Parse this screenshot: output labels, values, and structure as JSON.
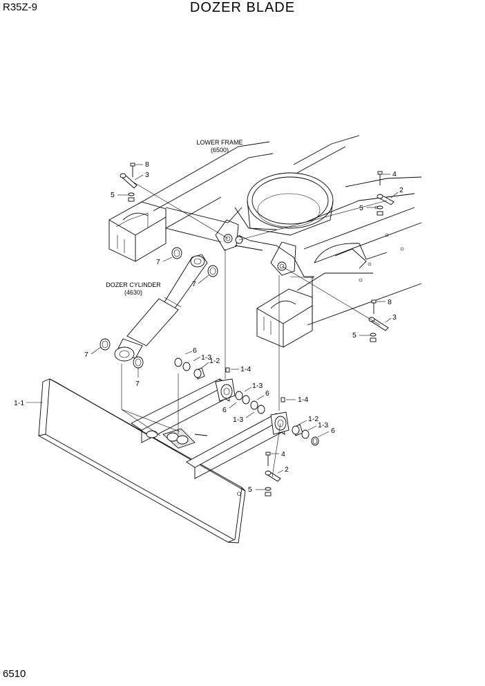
{
  "header": {
    "model": "R35Z-9",
    "title": "DOZER BLADE"
  },
  "footer": {
    "page": "6510"
  },
  "captions": {
    "lower_frame": {
      "name": "LOWER FRAME",
      "code": "(6500)"
    },
    "dozer_cylinder": {
      "name": "DOZER CYLINDER",
      "code": "(4630)"
    }
  },
  "callouts": {
    "c8a": "8",
    "c3a": "3",
    "c5a": "5",
    "c4a": "4",
    "c2a": "2",
    "c5b": "5",
    "c7a": "7",
    "c7b": "7",
    "c8b": "8",
    "c3b": "3",
    "c5c": "5",
    "c7c": "7",
    "c7d": "7",
    "c6a": "6",
    "c13a": "1-3",
    "c12a": "1-2",
    "c14a": "1-4",
    "c13b": "1-3",
    "c6b": "6",
    "c6c": "6",
    "c13c": "1-3",
    "c11": "1-1",
    "c14b": "1-4",
    "c12b": "1-2",
    "c13d": "1-3",
    "c6d": "6",
    "c4b": "4",
    "c2b": "2",
    "c5d": "5"
  }
}
